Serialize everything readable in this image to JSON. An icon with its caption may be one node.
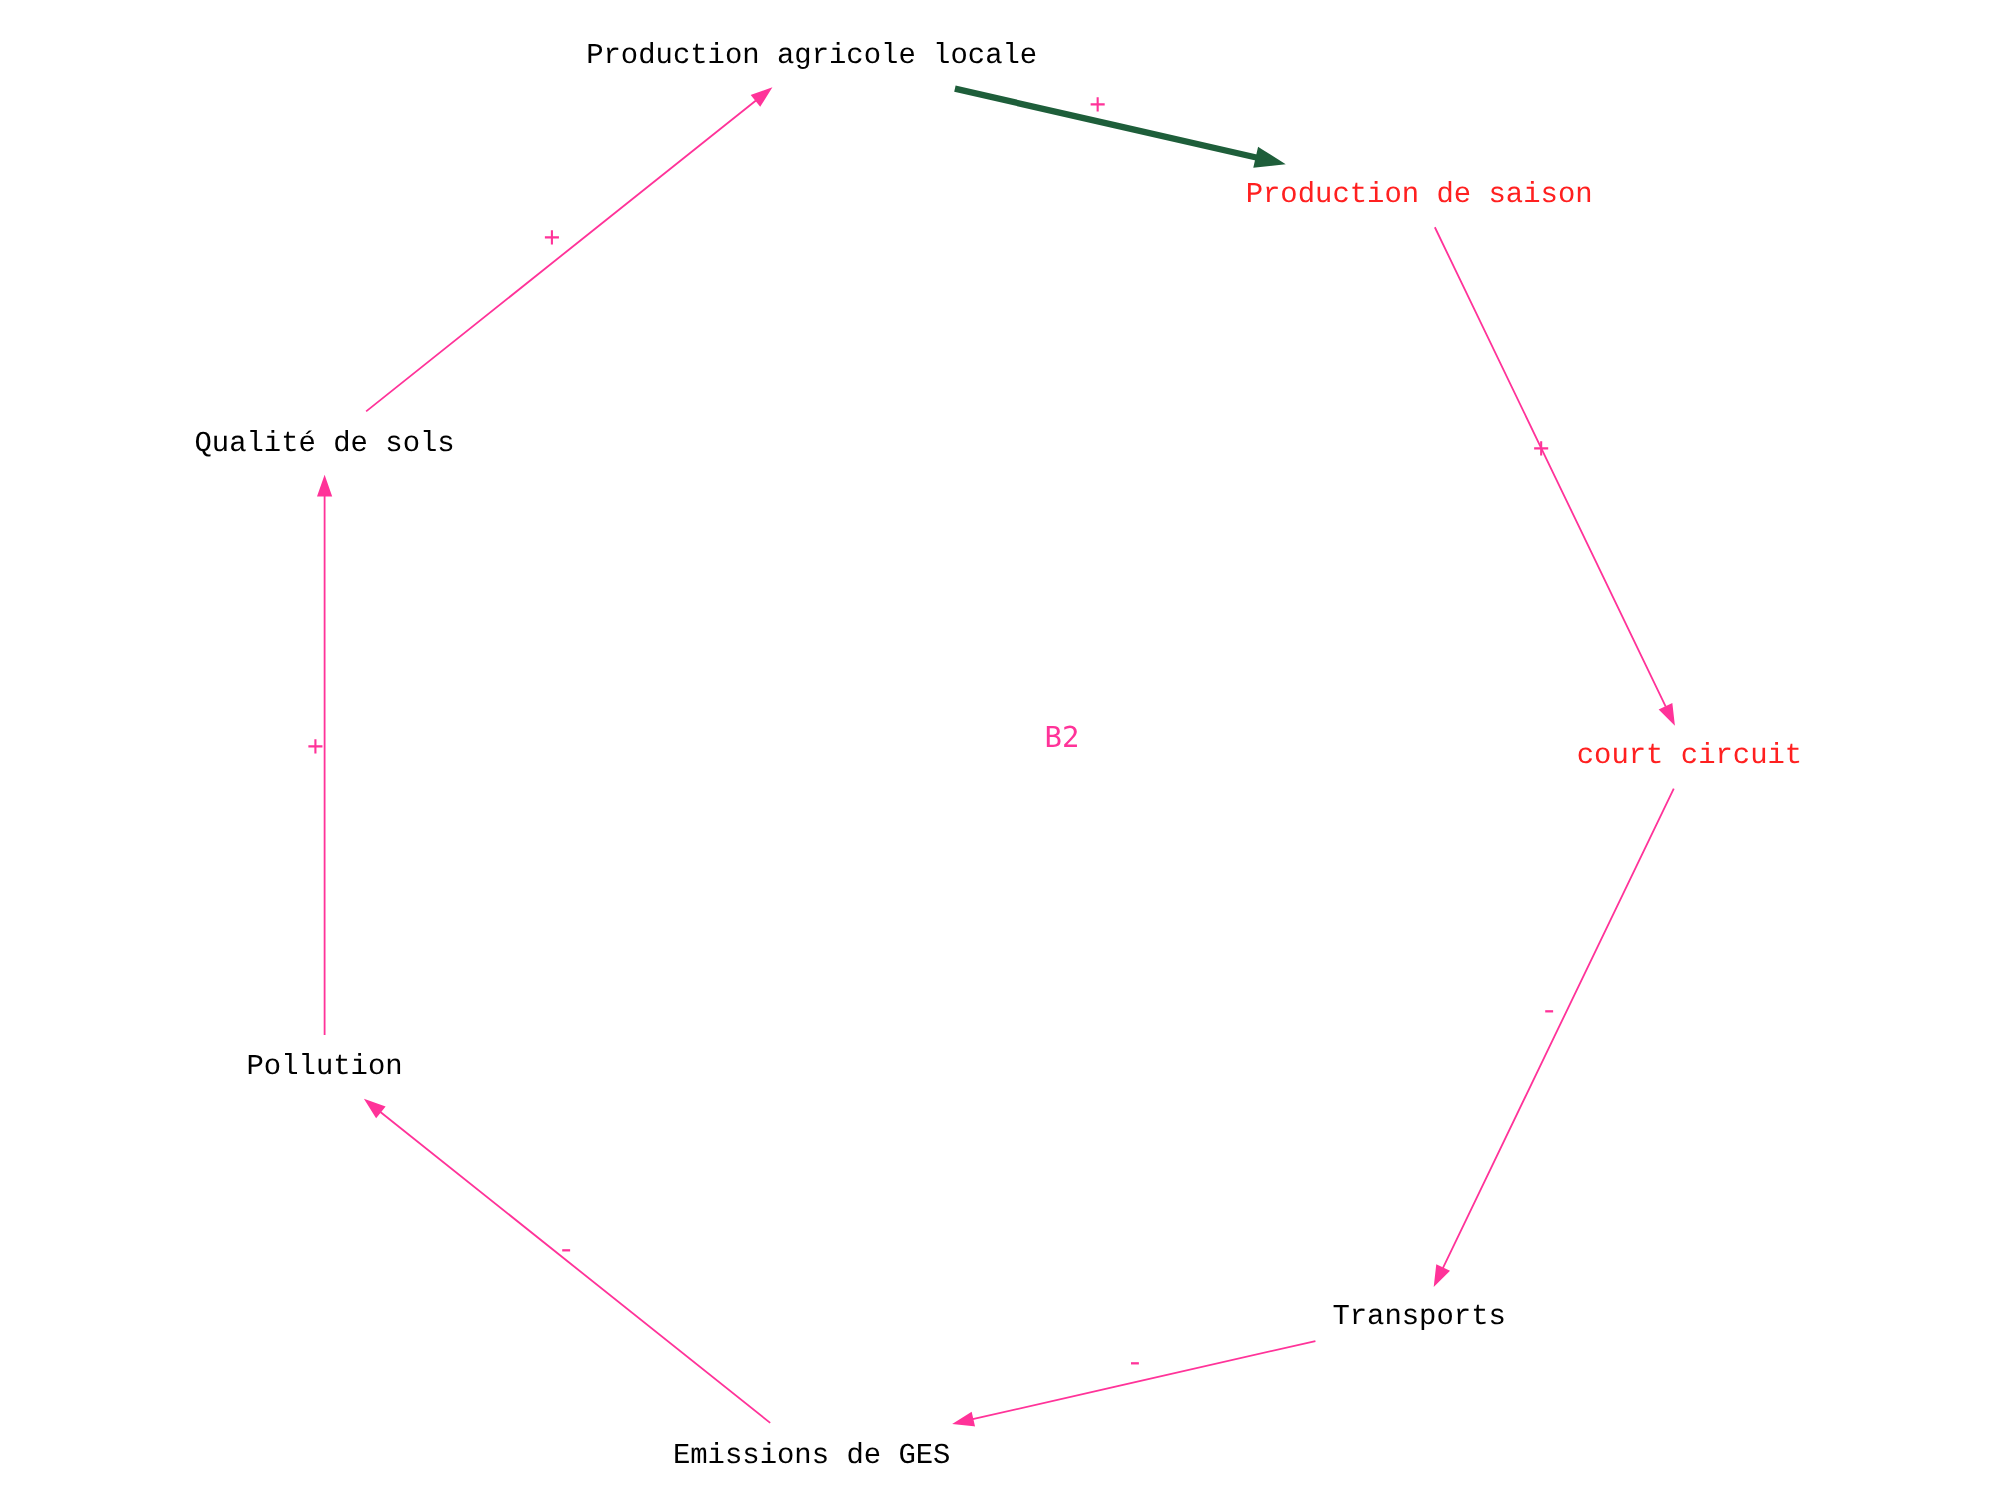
{
  "diagram": {
    "nodes": [
      {
        "text": [
          "Transports"
        ]
      },
      {
        "text": [
          "Emissions de GES"
        ]
      },
      {
        "text": [
          "Pollution"
        ]
      },
      {
        "text": [
          "Qualité de sols"
        ]
      },
      {
        "text": [
          "Production agricole locale"
        ]
      },
      {
        "text": [
          "Production de saison"
        ]
      },
      {
        "text": [
          "court circuit"
        ]
      }
    ],
    "edges": [
      {
        "from": 0,
        "to": 1,
        "arrow": "to",
        "label": "-"
      },
      {
        "from": 1,
        "to": 2,
        "arrow": "to",
        "label": "-"
      },
      {
        "from": 2,
        "to": 3,
        "arrow": "to",
        "label": "+"
      },
      {
        "from": 3,
        "to": 4,
        "arrow": "to",
        "label": "+"
      },
      {
        "from": 4,
        "to": 5,
        "arrow": "to",
        "label": "+",
        "style": "thick",
        "color": "#1e5e3a"
      },
      {
        "from": 5,
        "to": 6,
        "arrow": "to",
        "label": "+"
      },
      {
        "from": 6,
        "to": 0,
        "arrow": "to",
        "label": "-"
      }
    ],
    "labels": [
      "B2"
    ]
  }
}
